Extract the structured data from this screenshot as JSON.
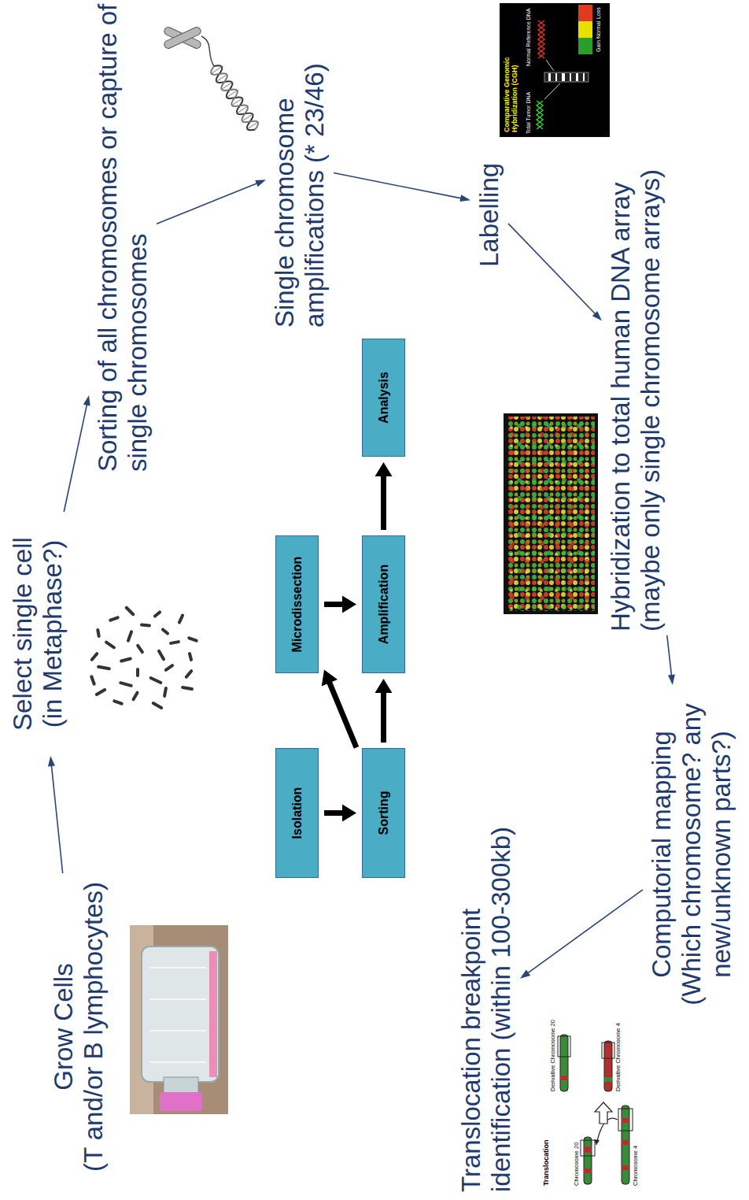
{
  "diagram": {
    "nodes": [
      {
        "text": [
          "Grow Cells",
          "(T and/or B lymphocytes)"
        ]
      },
      {
        "text": [
          "Select single cell",
          "(in Metaphase?)"
        ]
      },
      {
        "text": [
          "Sorting of all chromosomes or capture of single chromosomes"
        ]
      },
      {
        "text": [
          "Single chromosome amplifications (* 23/46)"
        ]
      },
      {
        "text": [
          "Labelling"
        ]
      },
      {
        "text": [
          "Hybridization to total human DNA array",
          "(maybe only single chromosome arrays)"
        ]
      },
      {
        "text": [
          "Computorial mapping",
          "(Which chromosome? any new/unknown parts?)"
        ]
      },
      {
        "text": [
          "Translocation breakpoint identification (within 100-300kb)"
        ]
      },
      {
        "text": [
          "Isolation"
        ]
      },
      {
        "text": [
          "Sorting"
        ]
      },
      {
        "text": [
          "Microdissection"
        ]
      },
      {
        "text": [
          "Amplification"
        ]
      },
      {
        "text": [
          "Analysis"
        ]
      }
    ],
    "edges": [
      {
        "from": 0,
        "to": 1,
        "arrow": "to"
      },
      {
        "from": 1,
        "to": 2,
        "arrow": "to"
      },
      {
        "from": 2,
        "to": 3,
        "arrow": "to"
      },
      {
        "from": 3,
        "to": 4,
        "arrow": "to"
      },
      {
        "from": 4,
        "to": 5,
        "arrow": "to"
      },
      {
        "from": 5,
        "to": 6,
        "arrow": "to"
      },
      {
        "from": 6,
        "to": 7,
        "arrow": "to"
      },
      {
        "from": 8,
        "to": 9,
        "arrow": "to"
      },
      {
        "from": 9,
        "to": 10,
        "arrow": "to"
      },
      {
        "from": 9,
        "to": 11,
        "arrow": "to"
      },
      {
        "from": 10,
        "to": 11,
        "arrow": "to"
      },
      {
        "from": 11,
        "to": 12,
        "arrow": "to"
      }
    ],
    "labels": [
      "Comparative Genomic Hybridization (CGH)",
      "Total Tumor DNA",
      "Normal Reference DNA",
      "Gain",
      "Normal",
      "Loss",
      "Translocation",
      "Chromosome 20",
      "Derivative Chromosome 20",
      "Derivative Chromosome 4",
      "Chromosome 4"
    ]
  }
}
